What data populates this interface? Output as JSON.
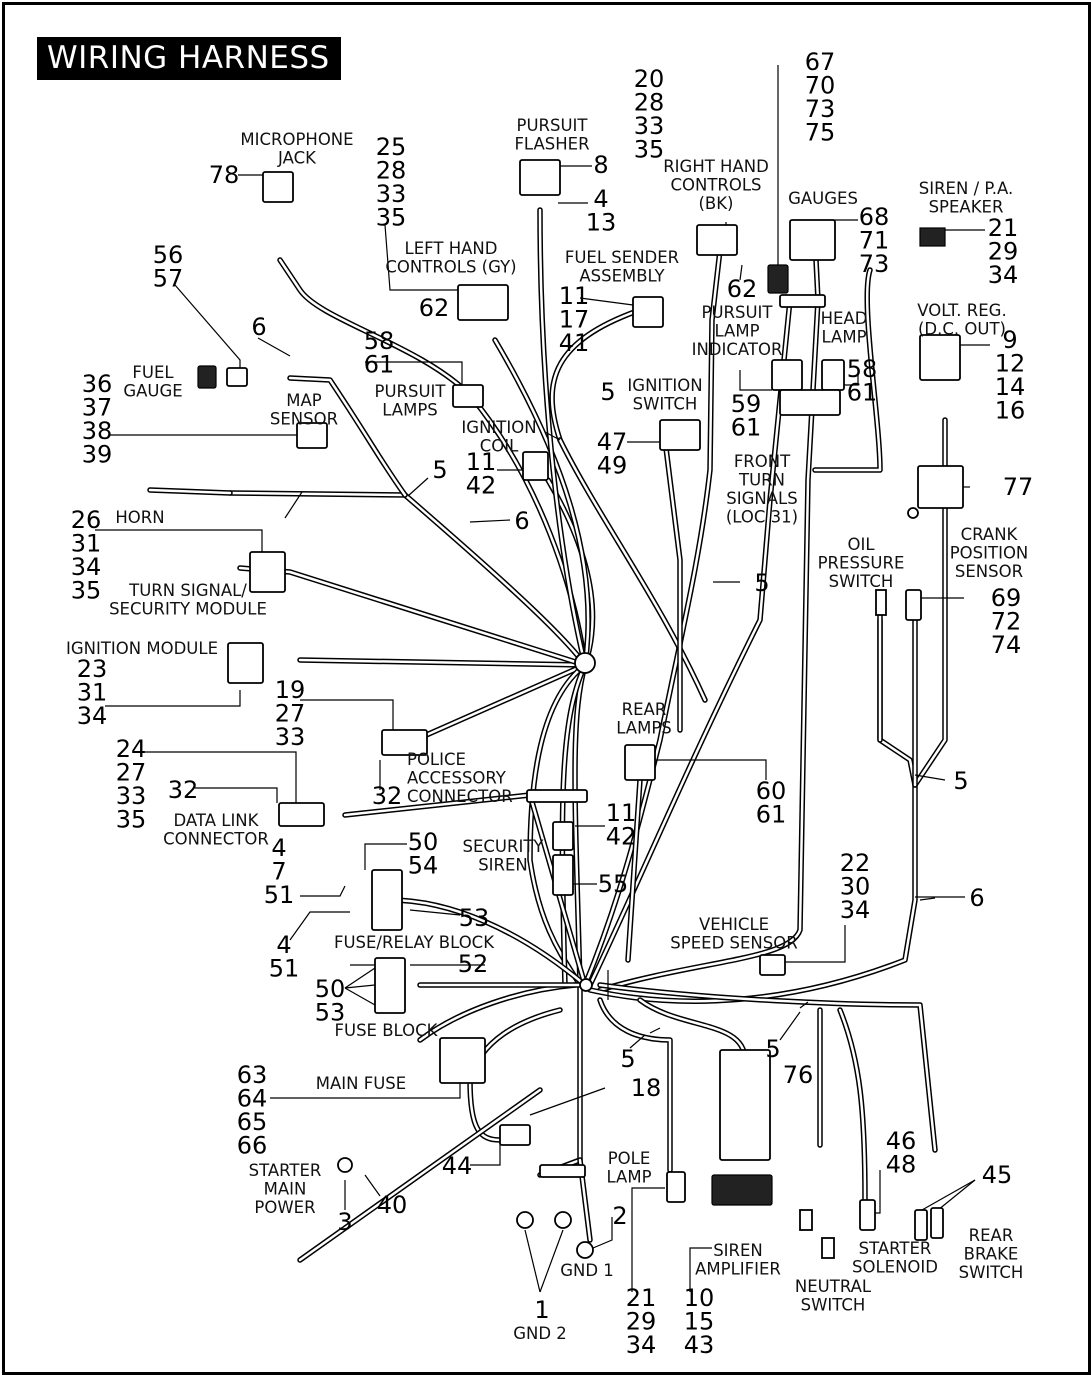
{
  "title": "WIRING HARNESS",
  "labels": [
    {
      "id": "microphone-jack",
      "lines": [
        "MICROPHONE",
        "JACK"
      ]
    },
    {
      "id": "pursuit-flasher",
      "lines": [
        "PURSUIT",
        "FLASHER"
      ]
    },
    {
      "id": "right-hand-controls",
      "lines": [
        "RIGHT HAND",
        "CONTROLS",
        "(BK)"
      ]
    },
    {
      "id": "gauges",
      "lines": [
        "GAUGES"
      ]
    },
    {
      "id": "siren-pa-speaker",
      "lines": [
        "SIREN / P.A.",
        "SPEAKER"
      ]
    },
    {
      "id": "left-hand-controls",
      "lines": [
        "LEFT HAND",
        "CONTROLS (GY)"
      ]
    },
    {
      "id": "fuel-sender-assembly",
      "lines": [
        "FUEL SENDER",
        "ASSEMBLY"
      ]
    },
    {
      "id": "pursuit-lamp-indicator",
      "lines": [
        "PURSUIT",
        "LAMP",
        "INDICATOR"
      ]
    },
    {
      "id": "head-lamp",
      "lines": [
        "HEAD",
        "LAMP"
      ]
    },
    {
      "id": "volt-reg",
      "lines": [
        "VOLT. REG.",
        "(D.C. OUT)"
      ]
    },
    {
      "id": "fuel-gauge",
      "lines": [
        "FUEL",
        "GAUGE"
      ]
    },
    {
      "id": "map-sensor",
      "lines": [
        "MAP",
        "SENSOR"
      ]
    },
    {
      "id": "pursuit-lamps",
      "lines": [
        "PURSUIT",
        "LAMPS"
      ]
    },
    {
      "id": "ignition-coil",
      "lines": [
        "IGNITION",
        "COIL"
      ]
    },
    {
      "id": "ignition-switch",
      "lines": [
        "IGNITION",
        "SWITCH"
      ]
    },
    {
      "id": "front-turn-signals",
      "lines": [
        "FRONT",
        "TURN",
        "SIGNALS",
        "(LOC 31)"
      ]
    },
    {
      "id": "horn",
      "lines": [
        "HORN"
      ]
    },
    {
      "id": "oil-pressure-switch",
      "lines": [
        "OIL",
        "PRESSURE",
        "SWITCH"
      ]
    },
    {
      "id": "crank-position-sensor",
      "lines": [
        "CRANK",
        "POSITION",
        "SENSOR"
      ]
    },
    {
      "id": "turn-signal-security-module",
      "lines": [
        "TURN SIGNAL/",
        "SECURITY MODULE"
      ]
    },
    {
      "id": "ignition-module",
      "lines": [
        "IGNITION MODULE"
      ]
    },
    {
      "id": "rear-lamps",
      "lines": [
        "REAR",
        "LAMPS"
      ]
    },
    {
      "id": "police-accessory-connector",
      "lines": [
        "POLICE",
        "ACCESSORY",
        "CONNECTOR"
      ]
    },
    {
      "id": "data-link-connector",
      "lines": [
        "DATA LINK",
        "CONNECTOR"
      ]
    },
    {
      "id": "security-siren",
      "lines": [
        "SECURITY",
        "SIREN"
      ]
    },
    {
      "id": "vehicle-speed-sensor",
      "lines": [
        "VEHICLE",
        "SPEED SENSOR"
      ]
    },
    {
      "id": "fuse-relay-block",
      "lines": [
        "FUSE/RELAY BLOCK"
      ]
    },
    {
      "id": "fuse-block",
      "lines": [
        "FUSE BLOCK"
      ]
    },
    {
      "id": "main-fuse",
      "lines": [
        "MAIN FUSE"
      ]
    },
    {
      "id": "starter-main-power",
      "lines": [
        "STARTER",
        "MAIN",
        "POWER"
      ]
    },
    {
      "id": "pole-lamp",
      "lines": [
        "POLE",
        "LAMP"
      ]
    },
    {
      "id": "gnd1",
      "lines": [
        "GND 1"
      ]
    },
    {
      "id": "gnd2",
      "lines": [
        "GND 2"
      ]
    },
    {
      "id": "siren-amplifier",
      "lines": [
        "SIREN",
        "AMPLIFIER"
      ]
    },
    {
      "id": "neutral-switch",
      "lines": [
        "NEUTRAL",
        "SWITCH"
      ]
    },
    {
      "id": "starter-solenoid",
      "lines": [
        "STARTER",
        "SOLENOID"
      ]
    },
    {
      "id": "rear-brake-switch",
      "lines": [
        "REAR",
        "BRAKE",
        "SWITCH"
      ]
    }
  ],
  "callouts": [
    {
      "id": "c78",
      "lines": [
        "78"
      ]
    },
    {
      "id": "c25",
      "lines": [
        "25",
        "28",
        "33",
        "35"
      ]
    },
    {
      "id": "c8",
      "lines": [
        "8"
      ]
    },
    {
      "id": "c4-13",
      "lines": [
        "4",
        "13"
      ]
    },
    {
      "id": "c20",
      "lines": [
        "20",
        "28",
        "33",
        "35"
      ]
    },
    {
      "id": "c62a",
      "lines": [
        "62"
      ]
    },
    {
      "id": "c67",
      "lines": [
        "67",
        "70",
        "73",
        "75"
      ]
    },
    {
      "id": "c68",
      "lines": [
        "68",
        "71",
        "73"
      ]
    },
    {
      "id": "c21a",
      "lines": [
        "21",
        "29",
        "34"
      ]
    },
    {
      "id": "c56",
      "lines": [
        "56",
        "57"
      ]
    },
    {
      "id": "c62b",
      "lines": [
        "62"
      ]
    },
    {
      "id": "c11a",
      "lines": [
        "11",
        "17",
        "41"
      ]
    },
    {
      "id": "c6a",
      "lines": [
        "6"
      ]
    },
    {
      "id": "c9",
      "lines": [
        "9",
        "12",
        "14",
        "16"
      ]
    },
    {
      "id": "c58a",
      "lines": [
        "58",
        "61"
      ]
    },
    {
      "id": "c5a",
      "lines": [
        "5"
      ]
    },
    {
      "id": "c59",
      "lines": [
        "59",
        "61"
      ]
    },
    {
      "id": "c58b",
      "lines": [
        "58",
        "61"
      ]
    },
    {
      "id": "c36",
      "lines": [
        "36",
        "37",
        "38",
        "39"
      ]
    },
    {
      "id": "c47",
      "lines": [
        "47",
        "49"
      ]
    },
    {
      "id": "c11b",
      "lines": [
        "11",
        "42"
      ]
    },
    {
      "id": "c5b",
      "lines": [
        "5"
      ]
    },
    {
      "id": "c77",
      "lines": [
        "77"
      ]
    },
    {
      "id": "c6b",
      "lines": [
        "6"
      ]
    },
    {
      "id": "c26",
      "lines": [
        "26",
        "31",
        "34",
        "35"
      ]
    },
    {
      "id": "c5c",
      "lines": [
        "5"
      ]
    },
    {
      "id": "c69",
      "lines": [
        "69",
        "72",
        "74"
      ]
    },
    {
      "id": "c23",
      "lines": [
        "23",
        "31",
        "34"
      ]
    },
    {
      "id": "c19",
      "lines": [
        "19",
        "27",
        "33"
      ]
    },
    {
      "id": "c24",
      "lines": [
        "24",
        "27",
        "33",
        "35"
      ]
    },
    {
      "id": "c32a",
      "lines": [
        "32"
      ]
    },
    {
      "id": "c32b",
      "lines": [
        "32"
      ]
    },
    {
      "id": "c60",
      "lines": [
        "60",
        "61"
      ]
    },
    {
      "id": "c5d",
      "lines": [
        "5"
      ]
    },
    {
      "id": "c11c",
      "lines": [
        "11",
        "42"
      ]
    },
    {
      "id": "c50a",
      "lines": [
        "50",
        "54"
      ]
    },
    {
      "id": "c4-7",
      "lines": [
        "4",
        "7",
        "51"
      ]
    },
    {
      "id": "c55",
      "lines": [
        "55"
      ]
    },
    {
      "id": "c22",
      "lines": [
        "22",
        "30",
        "34"
      ]
    },
    {
      "id": "c6c",
      "lines": [
        "6"
      ]
    },
    {
      "id": "c53a",
      "lines": [
        "53"
      ]
    },
    {
      "id": "c4-51",
      "lines": [
        "4",
        "51"
      ]
    },
    {
      "id": "c52",
      "lines": [
        "52"
      ]
    },
    {
      "id": "c50b",
      "lines": [
        "50",
        "53"
      ]
    },
    {
      "id": "c5e",
      "lines": [
        "5"
      ]
    },
    {
      "id": "c5f",
      "lines": [
        "5"
      ]
    },
    {
      "id": "c76",
      "lines": [
        "76"
      ]
    },
    {
      "id": "c63",
      "lines": [
        "63",
        "64",
        "65",
        "66"
      ]
    },
    {
      "id": "c18",
      "lines": [
        "18"
      ]
    },
    {
      "id": "c46",
      "lines": [
        "46",
        "48"
      ]
    },
    {
      "id": "c45",
      "lines": [
        "45"
      ]
    },
    {
      "id": "c44",
      "lines": [
        "44"
      ]
    },
    {
      "id": "c40",
      "lines": [
        "40"
      ]
    },
    {
      "id": "c3",
      "lines": [
        "3"
      ]
    },
    {
      "id": "c2",
      "lines": [
        "2"
      ]
    },
    {
      "id": "c1",
      "lines": [
        "1"
      ]
    },
    {
      "id": "c21b",
      "lines": [
        "21",
        "29",
        "34"
      ]
    },
    {
      "id": "c10",
      "lines": [
        "10",
        "15",
        "43"
      ]
    }
  ]
}
